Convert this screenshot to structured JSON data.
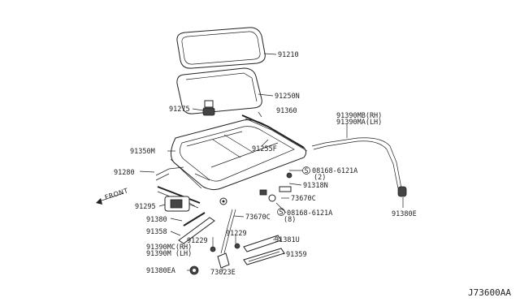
{
  "labels": {
    "p91210": "91210",
    "p91250n": "91250N",
    "p91275": "91275",
    "p91360": "91360",
    "p91390mb": "91390MB(RH)",
    "p91390ma": "91390MA(LH)",
    "p91255f": "91255F",
    "p91350m": "91350M",
    "p91280": "91280",
    "p08168_1": "08168-6121A",
    "p08168_1_qty": "(2)",
    "p91318n": "91318N",
    "p73670c_r": "73670C",
    "p91295": "91295",
    "p73670c_l": "73670C",
    "p08168_2": "08168-6121A",
    "p08168_2_qty": "(8)",
    "p91380": "91380",
    "p91358": "91358",
    "p91229_a": "91229",
    "p91229_b": "91229",
    "p91390mc": "91390MC(RH)",
    "p91390m": "91390M (LH)",
    "p91381u": "91381U",
    "p91359": "91359",
    "p91380e": "91380E",
    "p91380ea": "91380EA",
    "p73023e": "73023E",
    "bolt_marker": "S",
    "front": "FRONT",
    "diagram_code": "J73600AA"
  }
}
